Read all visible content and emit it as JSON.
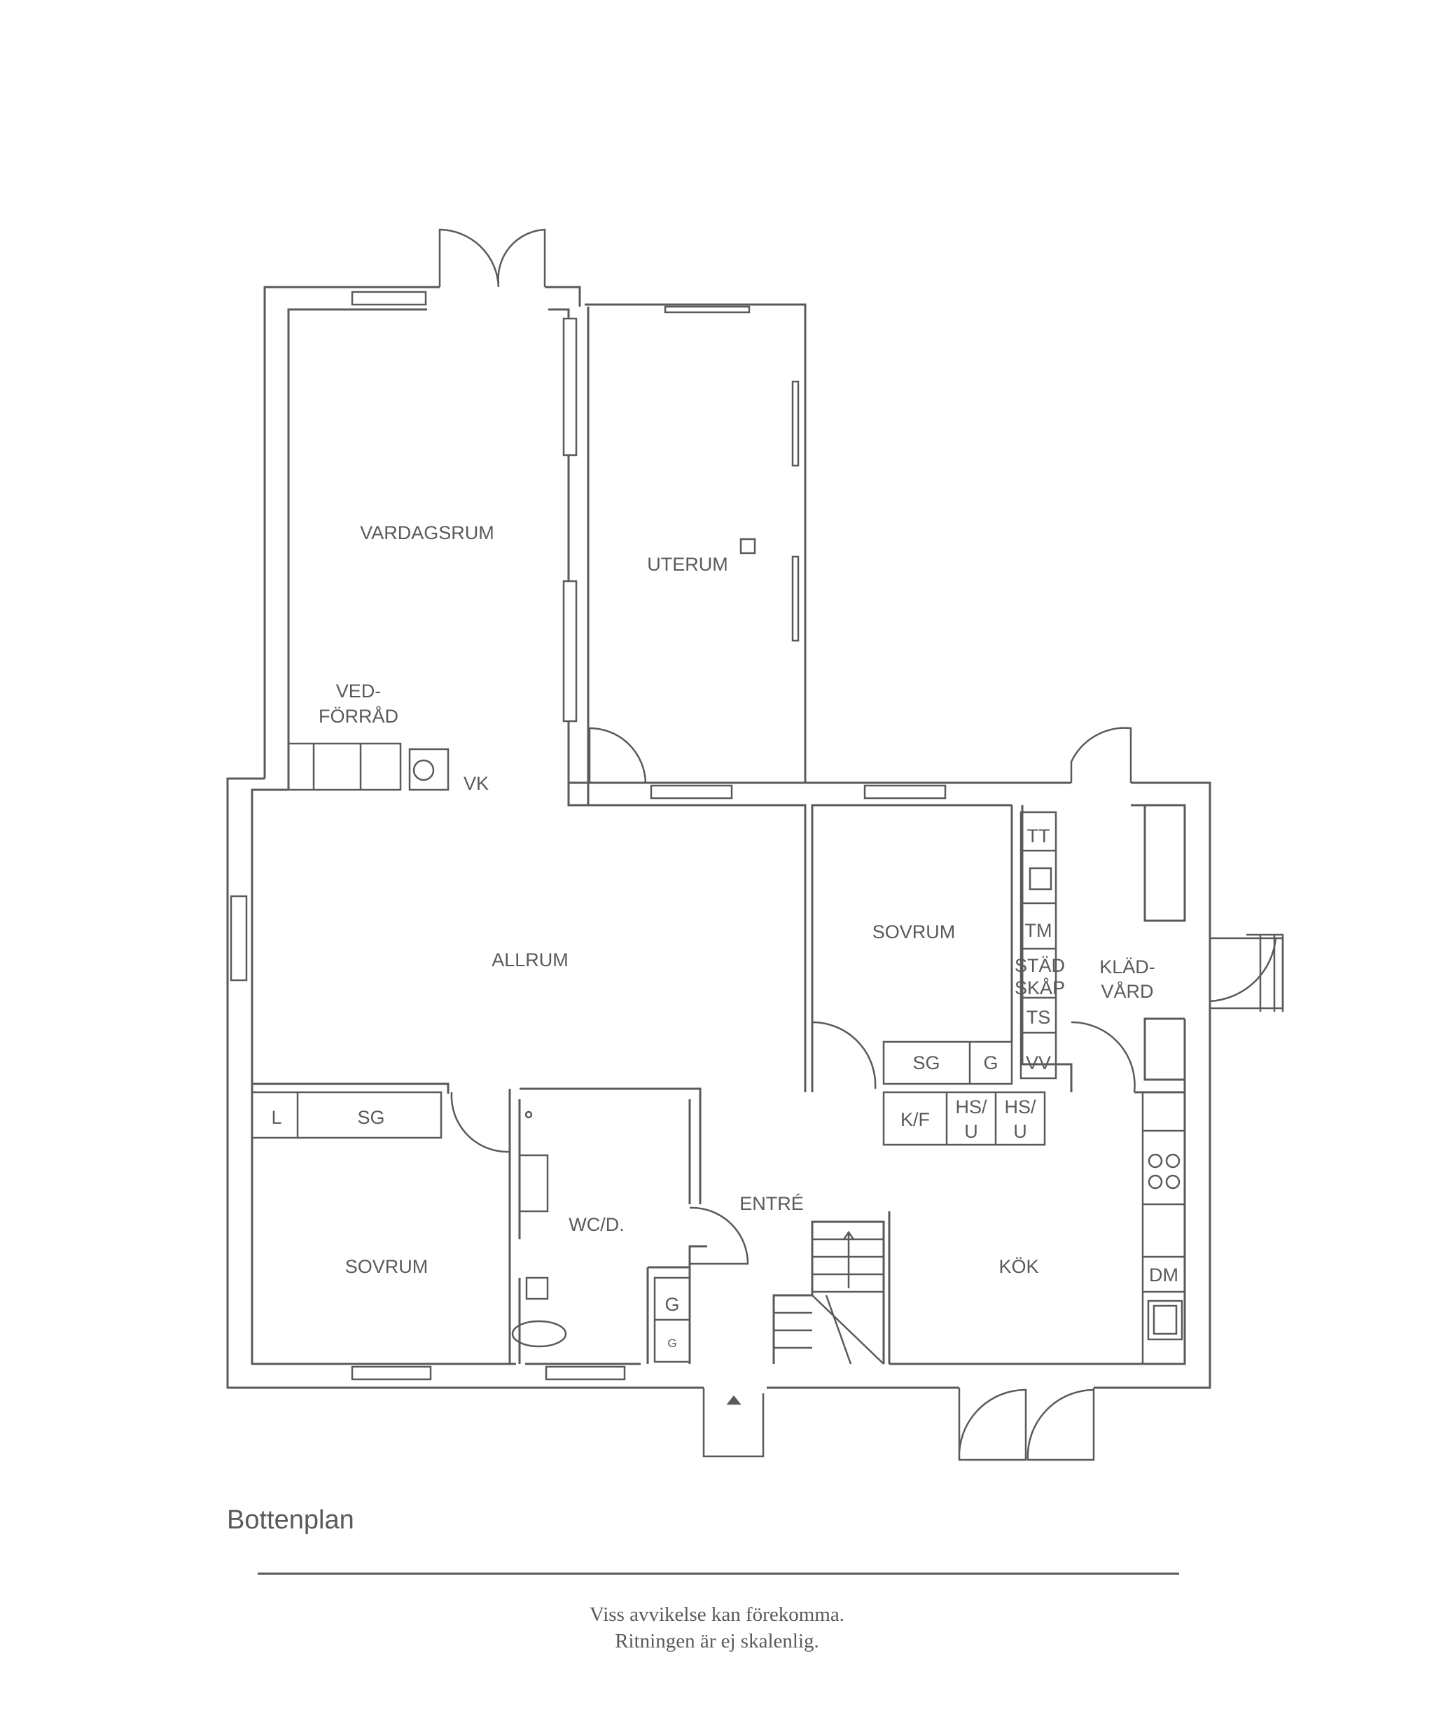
{
  "rooms": {
    "vardagsrum": "VARDAGSRUM",
    "uterum": "UTERUM",
    "ved_line1": "VED-",
    "ved_line2": "FÖRRÅD",
    "vk": "VK",
    "allrum": "ALLRUM",
    "sovrum_right": "SOVRUM",
    "sovrum_left": "SOVRUM",
    "wc": "WC/D.",
    "entre": "ENTRÉ",
    "kok": "KÖK",
    "klad_line1": "KLÄD-",
    "klad_line2": "VÅRD"
  },
  "fixtures": {
    "tt": "TT",
    "tm": "TM",
    "stad_line1": "STÄD",
    "stad_line2": "SKÅP",
    "ts": "TS",
    "vv": "VV",
    "sg_right": "SG",
    "g_right": "G",
    "kf": "K/F",
    "hsu1_line1": "HS/",
    "hsu1_line2": "U",
    "hsu2_line1": "HS/",
    "hsu2_line2": "U",
    "l": "L",
    "sg_left": "SG",
    "g_wc_large": "G",
    "g_wc_small": "G",
    "dm": "DM"
  },
  "footer": {
    "title": "Bottenplan",
    "disclaimer_line1": "Viss avvikelse kan förekomma.",
    "disclaimer_line2": "Ritningen är ej skalenlig."
  }
}
